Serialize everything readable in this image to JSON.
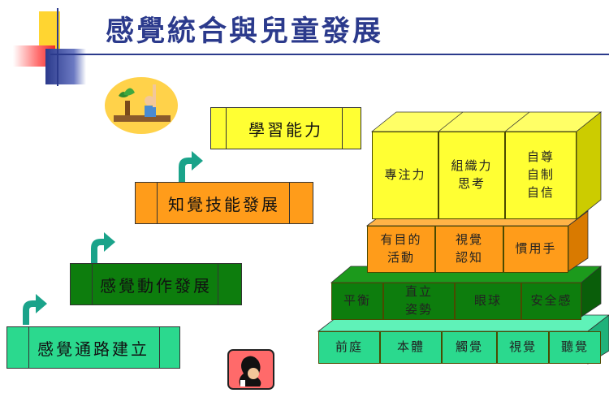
{
  "title": "感覺統合與兒童發展",
  "steps": [
    {
      "label": "學習能力"
    },
    {
      "label": "知覺技能發展"
    },
    {
      "label": "感覺動作發展"
    },
    {
      "label": "感覺通路建立"
    }
  ],
  "blocks": {
    "top": [
      "專注力",
      "組織力\n思考",
      "自尊\n自制\n自信"
    ],
    "upper_mid": [
      "有目的\n活動",
      "視覺\n認知",
      "慣用手"
    ],
    "lower_mid": [
      "平衡",
      "直立\n姿勢",
      "眼球",
      "安全感"
    ],
    "bottom": [
      "前庭",
      "本體",
      "觸覺",
      "視覺",
      "聽覺"
    ]
  },
  "colors": {
    "title": "#2b3a8c",
    "learning": "#ffff33",
    "perceptual": "#ff9c1a",
    "sensorimotor": "#0d7d0d",
    "sensory": "#2bd98e",
    "arrow": "#1aa38a"
  },
  "icons": [
    "student-raising-hand-icon",
    "baby-in-womb-icon",
    "curved-up-arrow-icon"
  ]
}
